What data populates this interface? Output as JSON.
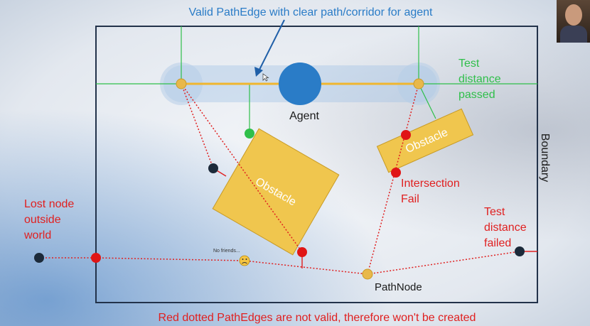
{
  "top_title": "Valid PathEdge with clear path/corridor for agent",
  "bottom_caption": "Red dotted PathEdges are not valid, therefore won't be created",
  "labels": {
    "agent": "Agent",
    "obstacle_left": "Obstacle",
    "obstacle_right": "Obstacle",
    "boundary": "Boundary",
    "test_passed": [
      "Test",
      "distance",
      "passed"
    ],
    "test_failed": [
      "Test",
      "distance",
      "failed"
    ],
    "intersection_fail": [
      "Intersection",
      "Fail"
    ],
    "lost_node": [
      "Lost node",
      "outside",
      "world"
    ],
    "no_friends": "No friends...",
    "path_node": "PathNode"
  },
  "colors": {
    "valid_edge": "#f0b62e",
    "invalid_edge": "#e02020",
    "agent": "#2a7cc7",
    "obstacle": "#f0c64e",
    "pass_text": "#2fbf4a",
    "fail_text": "#e02020",
    "title_text": "#2a7cc7",
    "node_valid": "#e8b84a",
    "node_dark": "#1c2a3a",
    "node_red": "#e01515",
    "node_green": "#2fbf4a",
    "boundary": "#22324a"
  },
  "icons": {
    "cursor": "cursor-icon",
    "sad_face": "sad-face-icon"
  }
}
